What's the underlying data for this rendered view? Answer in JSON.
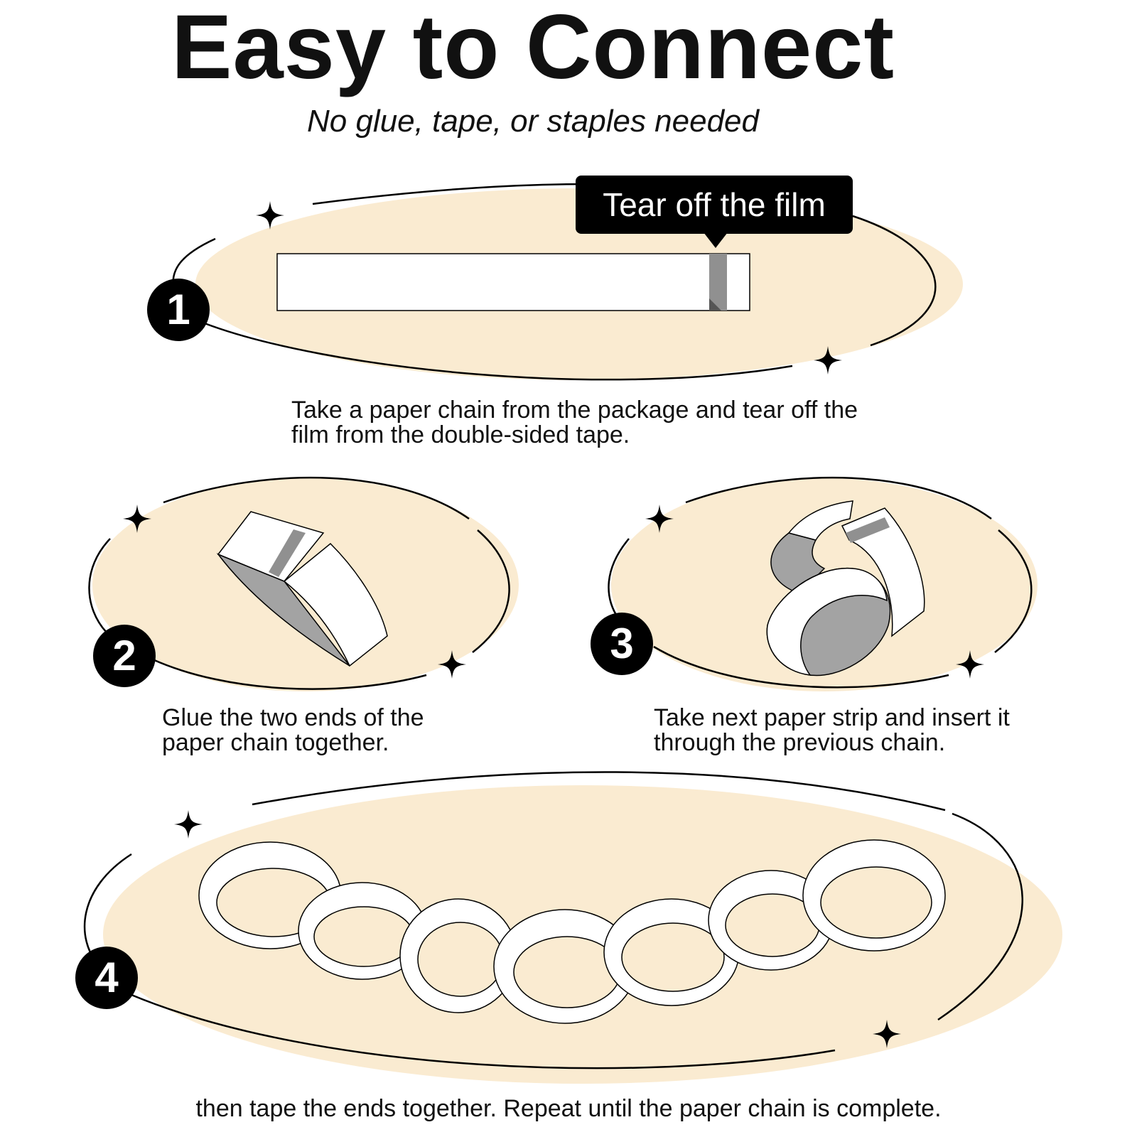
{
  "header": {
    "title": "Easy to Connect",
    "subtitle": "No glue, tape, or staples needed"
  },
  "steps": [
    {
      "number": "1",
      "callout": "Tear off the film",
      "text": "Take a paper chain from the package and tear off the film from the double-sided tape."
    },
    {
      "number": "2",
      "text": "Glue the two ends of the paper chain together."
    },
    {
      "number": "3",
      "text": "Take next paper strip and insert it through the previous chain."
    },
    {
      "number": "4",
      "text": "then tape the ends together. Repeat until the paper chain is complete."
    }
  ],
  "colors": {
    "background": "#ffffff",
    "blob": "#faebd1",
    "ink": "#000000",
    "paper": "#ffffff",
    "tape": "#909090",
    "paper_inside": "#a3a3a3"
  },
  "icons": [
    "sparkle-icon",
    "step-badge",
    "paper-strip",
    "paper-loop",
    "paper-chain"
  ]
}
